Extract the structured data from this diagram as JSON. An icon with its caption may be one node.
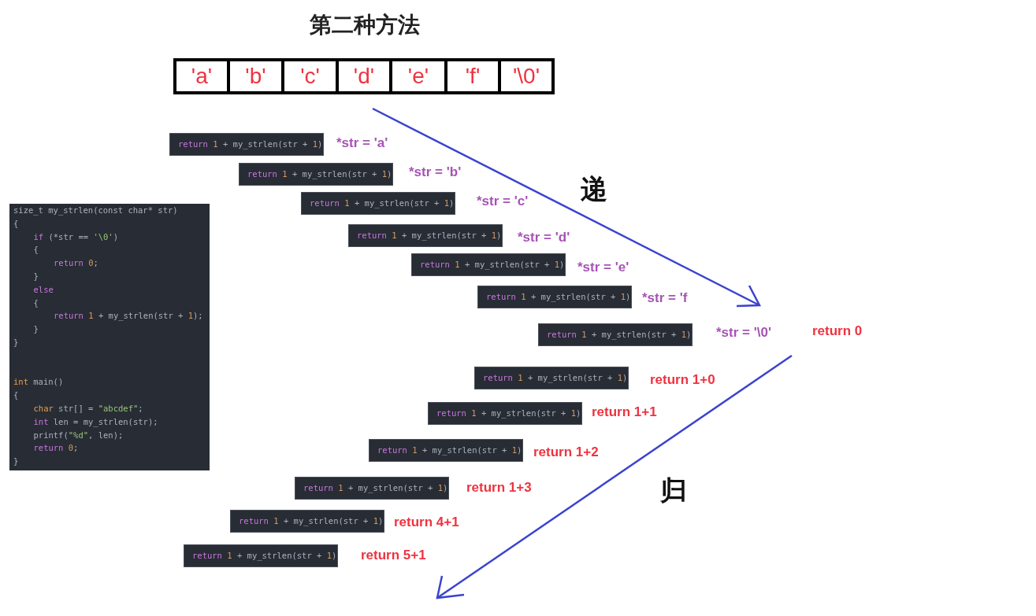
{
  "diagram": {
    "title": "第二种方法",
    "nodes": [
      {
        "text": [
          "'a'"
        ]
      },
      {
        "text": [
          "'b'"
        ]
      },
      {
        "text": [
          "'c'"
        ]
      },
      {
        "text": [
          "'d'"
        ]
      },
      {
        "text": [
          "'e'"
        ]
      },
      {
        "text": [
          "'f'"
        ]
      },
      {
        "text": [
          "'\\0'"
        ]
      },
      {
        "text": [
          "size_t my_strlen(const char* str)",
          "{",
          "if (*str == '\\0')",
          "{",
          "return 0;",
          "}",
          "else",
          "{",
          "return 1 + my_strlen(str + 1);",
          "}",
          "}",
          "int main()",
          "{",
          "char str[] = \"abcdef\";",
          "int len = my_strlen(str);",
          "printf(\"%d\", len);",
          "return 0;",
          "}"
        ]
      },
      {
        "text": [
          "return 1 + my_strlen(str + 1)"
        ],
        "beside": [
          "*str = 'a'"
        ]
      },
      {
        "text": [
          "return 1 + my_strlen(str + 1)"
        ],
        "beside": [
          "*str = 'b'"
        ]
      },
      {
        "text": [
          "return 1 + my_strlen(str + 1)"
        ],
        "beside": [
          "*str = 'c'"
        ]
      },
      {
        "text": [
          "return 1 + my_strlen(str + 1)"
        ],
        "beside": [
          "*str = 'd'"
        ]
      },
      {
        "text": [
          "return 1 + my_strlen(str + 1)"
        ],
        "beside": [
          "*str = 'e'"
        ]
      },
      {
        "text": [
          "return 1 + my_strlen(str + 1)"
        ],
        "beside": [
          "*str = 'f"
        ]
      },
      {
        "text": [
          "return 1 + my_strlen(str + 1)"
        ],
        "beside": [
          "*str = '\\0'",
          "return 0"
        ]
      },
      {
        "text": [
          "return 1 + my_strlen(str + 1)"
        ],
        "beside": [
          "return 1+0"
        ]
      },
      {
        "text": [
          "return 1 + my_strlen(str + 1)"
        ],
        "beside": [
          "return 1+1"
        ]
      },
      {
        "text": [
          "return 1 + my_strlen(str + 1)"
        ],
        "beside": [
          "return 1+2"
        ]
      },
      {
        "text": [
          "return 1 + my_strlen(str + 1)"
        ],
        "beside": [
          "return 1+3"
        ]
      },
      {
        "text": [
          "return 1 + my_strlen(str + 1)"
        ],
        "beside": [
          "return 4+1"
        ]
      },
      {
        "text": [
          "return 1 + my_strlen(str + 1)"
        ],
        "beside": [
          "return 5+1"
        ]
      }
    ],
    "labels": [
      "递",
      "归"
    ]
  }
}
